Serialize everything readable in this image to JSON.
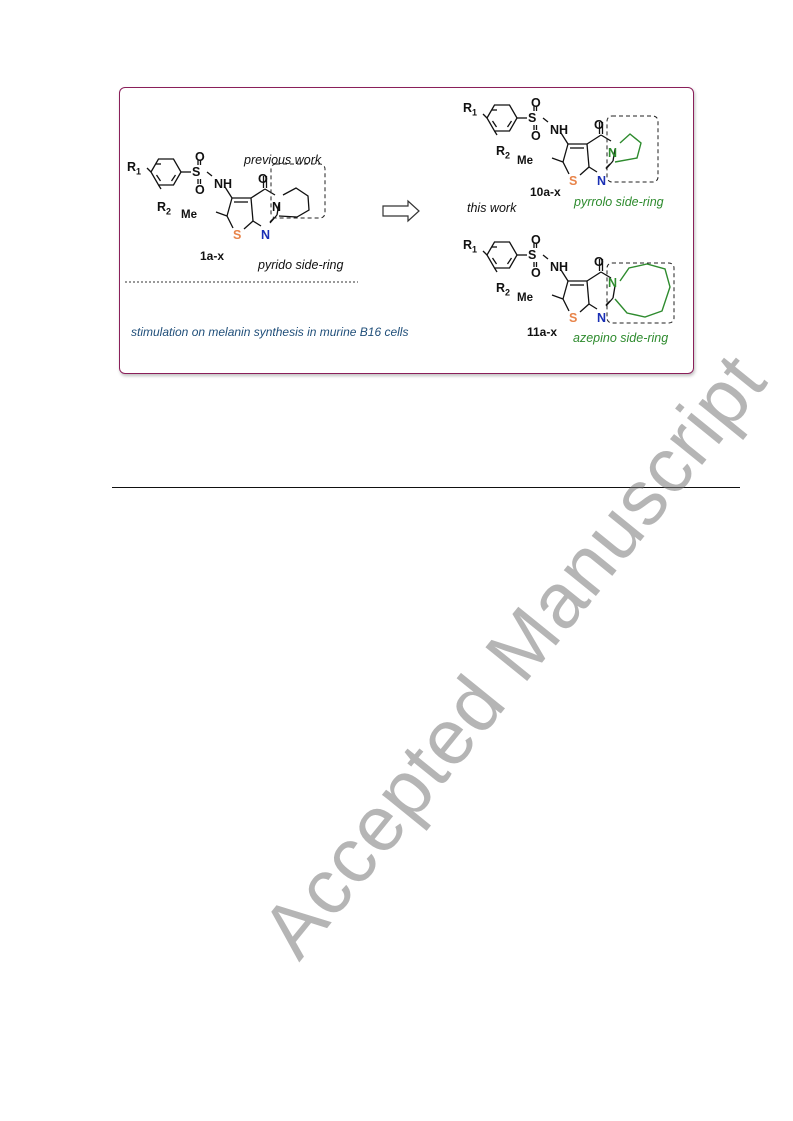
{
  "graphical_abstract": {
    "left": {
      "label_previous": "previous work",
      "compound": "1a-x",
      "side_ring": "pyrido side-ring",
      "finding": "stimulation on melanin synthesis in murine B16 cells"
    },
    "middle": {
      "label_this": "this work"
    },
    "right": {
      "compound_10": "10a-x",
      "side_ring_10": "pyrrolo side-ring",
      "compound_11": "11a-x",
      "side_ring_11": "azepino side-ring"
    },
    "atoms": {
      "R1": "R",
      "R1_sub": "1",
      "R2": "R",
      "R2_sub": "2",
      "S_sulfonyl": "S",
      "O": "O",
      "NH": "NH",
      "Me": "Me",
      "S_thiophene": "S",
      "N": "N"
    },
    "colors": {
      "frame": "#8a1f5a",
      "thiophene_S": "#e8844a",
      "pyrimidine_N": "#1a2fb5",
      "new_ring": "#2e8b2e",
      "finding_text": "#1f4e79"
    }
  },
  "watermark": "Accepted Manuscript"
}
